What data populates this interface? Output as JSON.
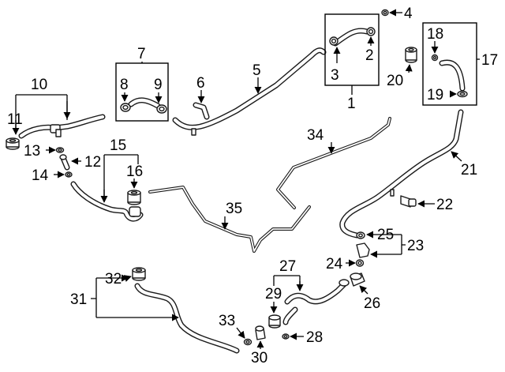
{
  "diagram": {
    "callouts": {
      "c1": "1",
      "c2": "2",
      "c3": "3",
      "c4": "4",
      "c5": "5",
      "c6": "6",
      "c7": "7",
      "c8": "8",
      "c9": "9",
      "c10": "10",
      "c11": "11",
      "c12": "12",
      "c13": "13",
      "c14": "14",
      "c15": "15",
      "c16": "16",
      "c17": "17",
      "c18": "18",
      "c19": "19",
      "c20": "20",
      "c21": "21",
      "c22": "22",
      "c23": "23",
      "c24": "24",
      "c25": "25",
      "c26": "26",
      "c27": "27",
      "c28": "28",
      "c29": "29",
      "c30": "30",
      "c31": "31",
      "c32": "32",
      "c33": "33",
      "c34": "34",
      "c35": "35"
    },
    "colors": {
      "line": "#1a1a1a",
      "background": "#ffffff"
    }
  }
}
